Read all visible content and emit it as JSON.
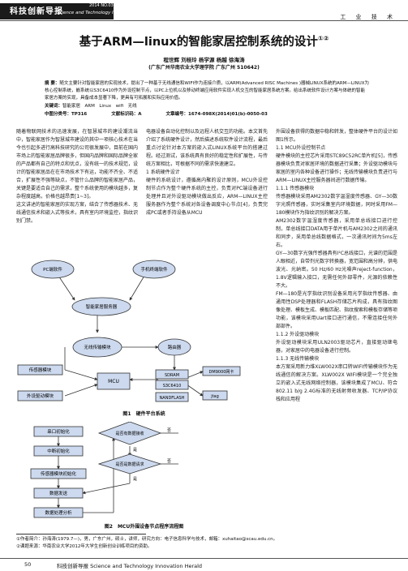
{
  "header": {
    "journal_cn": "科技创新导报",
    "issue": "2014 NO.03",
    "journal_en": "Science and Technology Innovation Herald",
    "section": "工 业 技 术"
  },
  "title": {
    "main": "基于ARM—linux的智能家居控制系统的设计",
    "marks": "①②"
  },
  "authors": "程世辉 刘桂玲 杨学源 杨越 徐海涛",
  "affiliation": "(广东广州华南农业大学理学院 广东广州 510642)",
  "abstract": {
    "label": "摘 要：",
    "text": "随文主要针对智能家居的实现技术，提出了一种基于无线通信和WIFI作为连接介质，以ARM(Advanced RISC Machines )器械LINUX系统的ARM—LINUX为核心控制系统，嵌系统以S3C6410作为外设控制节点，以PC上位机以及移动终端应用软件实现人机交互的智能家居系统方案。给出系统软件设计方案与体统的智能家居方案的实现，具备成本显著下降，更具有可拓展和实际应用价值。"
  },
  "keywords": {
    "label": "关键词：",
    "text": "智能家居　ARM　Linux　wifi　无线"
  },
  "meta": {
    "clc": "中图分类号：TP316",
    "code": "文献标识码：A",
    "id": "文章编号：1674-098X(2014)01(b)-0050-03"
  },
  "columns": {
    "c1": "随着物联网技术的迅速发展，在智慧城市的建设潮流当中，智能家居作为智慧城市建设的其中一项核心技术在当今也引起多进行高科技研究的公司很发展中，目前在国内市场上的智能家居品牌很多，但国内品牌和国际品牌全家的产品都有自己的特点和优点，没有统一的技术规范，设计的智能家居品在在市场技术下有运，功能不齐全、不适合，扩展性不强等缺点，不管什么品牌的智能家居产品，关键是要适合自己的需求，整个系统使用的模块越多，复杂程度越高，价格也越昂贵[1~3]。\n这文讲述的智能家居的实现方案，结合了传感器技术、无线通信技术和嵌入式等技术，具有室内环境监控，指纹识别门禁。",
    "c2": "电器设备自动化控制以及远程人机交互的功能。本文首先介绍了系统硬件设计，然后描述系统软件设计流程，最后重点讨论针对本方案的嵌入式LINUX系统平台的搭建过程。经过测试，该系统具有良好的稳定性和扩展性，与传统方案相比，可根据不同的需求快速建立。\n1 系统硬件设计\n硬件的系统设计，遵循高内聚的设计原则，MCU外设控制节点作为整个硬件系统的主控，负责对PC端设备进行处理并且对外设驱动模块做出反应，ARM—LINUX主控服务器作为整个系统对各设备调度中心节点[4]，负责完成PC或者手持设备从MCU",
    "c3": "外围设备获得的数据中稳和转发，整体硬件平台的设计如图1所示。\n1.1 MCU外设控制节点\n硬件模块的主控芯片采用STC89C52RC单片机[5]，传感器模块负责对家居环境的数据进行采集；外设驱动模块与家居的室内各种设备进行操作；无线传输模块负责进行与ARM—LINUX主控服务器间进行数据传输。\n1.1.1 传感器模块\n传感器模块采用AM2302数字温湿度传感器、GY—30数字光照传感器，实时采集室内环境数据，同时采用FM—180模块作为指纹识别的解决方案。\nAM2302数字温湿度传感器，采用单总线接口进行控制，单总线接口DATA用于单片机与AM2302之间的通讯和同步，采用单总线数据格式，一次通讯时间为5ms左右。\nGY—30数字光强传感器具有I²C总线接口，光谱的范围是人眼相近，自带剂光数字转换器，宽范围和高分辨，供电波光、光纳密。50 Hz/60 Hz光噪声reject-function，1.8V逻辑输入接口，无需任何外部零件，光源的依赖性不大。\nFM—180是光学指纹识别设备采用光学指纹传感器、由通用性DSP处理器和FLASH存储芯片构成，具有指纹图像处理、模板生成、模板匹配、指纹搜索和模板存储等项功能，该模块采用Uart接口进行通信，不需连接任何外部部件。\n1.1.2 外设驱动模块\n外设驱动模块采用ULN2003驱动芯片，直接驱动继电器，对家居中的电器设备进行控制。\n1.1.3 无线传输模块\n本方案采用新力维XLW002X串口转WIFI传输模块作为无线通信的解决方案。XLW002X WIFI模块是一个完全独立的嵌入式无线网络控制器，该模块集成了MCU、符合802.11 b/g 2.4G标准的无线射频收发器、TCP/IP协议栈和应用程"
  },
  "figure1": {
    "caption": "图1　硬件平台系统",
    "nodes": {
      "pc": "PC端软件",
      "smart": "智能家居服务器",
      "phone": "手机终端软件",
      "wifi": "无线传输模块",
      "router": "路由器",
      "sensor": "传感器模块",
      "external": "外设驱动模块",
      "sdram": "SDRAM",
      "s3c": "S3C6410",
      "dm": "DM9000网卡",
      "nand": "NANDFLASH",
      "jtag": "jtag",
      "mcu": "MCU"
    }
  },
  "figure2": {
    "caption": "图2　MCU外围设备节点程序流程图",
    "steps": {
      "init": "串口初始化",
      "int": "中断初始化",
      "sensor_init": "传感器模块初始化",
      "send": "数据发送",
      "recv": "数据处理分析",
      "check": "是否有数据接收",
      "query": "是否是数据请求",
      "yes1": "是",
      "no1": "否",
      "yes2": "是",
      "no2": "否"
    }
  },
  "footnotes": {
    "f1": "①作者简介：孙海涛(1979.7—)，男，广东广州，硕士，讲师，研究方向：电子信息科学与技术，邮箱：xuhaitao@scau.edu.cn。",
    "f2": "②课题来源：华南农业大学2012年大学生创新创业训练项目的资助。"
  },
  "footer": {
    "page": "50",
    "journal": "科技创新导报 Science and Technology Innovation Herald"
  }
}
